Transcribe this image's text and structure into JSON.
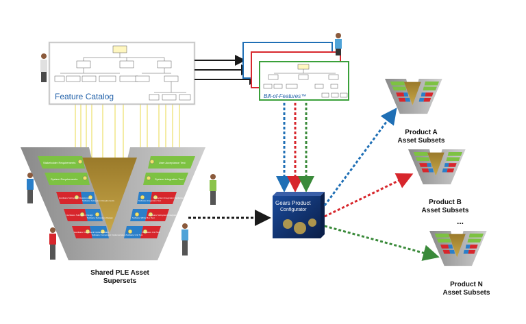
{
  "feature_catalog": {
    "title": "Feature Catalog"
  },
  "bill_of_features": {
    "title": "Bill-of-Features™"
  },
  "configurator": {
    "title_line1": "Gears Product",
    "title_line2": "Configurator"
  },
  "shared_supersets": {
    "line1": "Shared PLE Asset",
    "line2": "Supersets"
  },
  "products": [
    {
      "line1": "Product A",
      "line2": "Asset Subsets"
    },
    {
      "line1": "Product B",
      "line2": "Asset Subsets"
    },
    {
      "line1": "Product N",
      "line2": "Asset Subsets"
    }
  ],
  "ellipsis": "...",
  "v_left_labels": [
    "Stakeholder Requirements",
    "System Requirements",
    "Hardware Subsystem Requirements",
    "Hardware Subsystem Design",
    "Hardware Component Implementation"
  ],
  "v_left_blue_labels": [
    "Software Subsystem Requirements",
    "Software Subsystem Design",
    "Software Component Implementation"
  ],
  "v_right_labels": [
    "User Acceptance Test",
    "System Integration Test",
    "Subsystem Integration Hardware Test",
    "Hardware Subsystem Integration Test",
    "Hardware Unit Test"
  ],
  "v_right_blue_labels": [
    "Software Integration Test",
    "Software White Box Test",
    "Software Unit Test"
  ],
  "colors": {
    "green": "#7dc242",
    "blue": "#2a7fc9",
    "red": "#d7262c",
    "gold": "#b8922c",
    "dark": "#1a1a1a",
    "configurator": "#0f2f6b"
  }
}
